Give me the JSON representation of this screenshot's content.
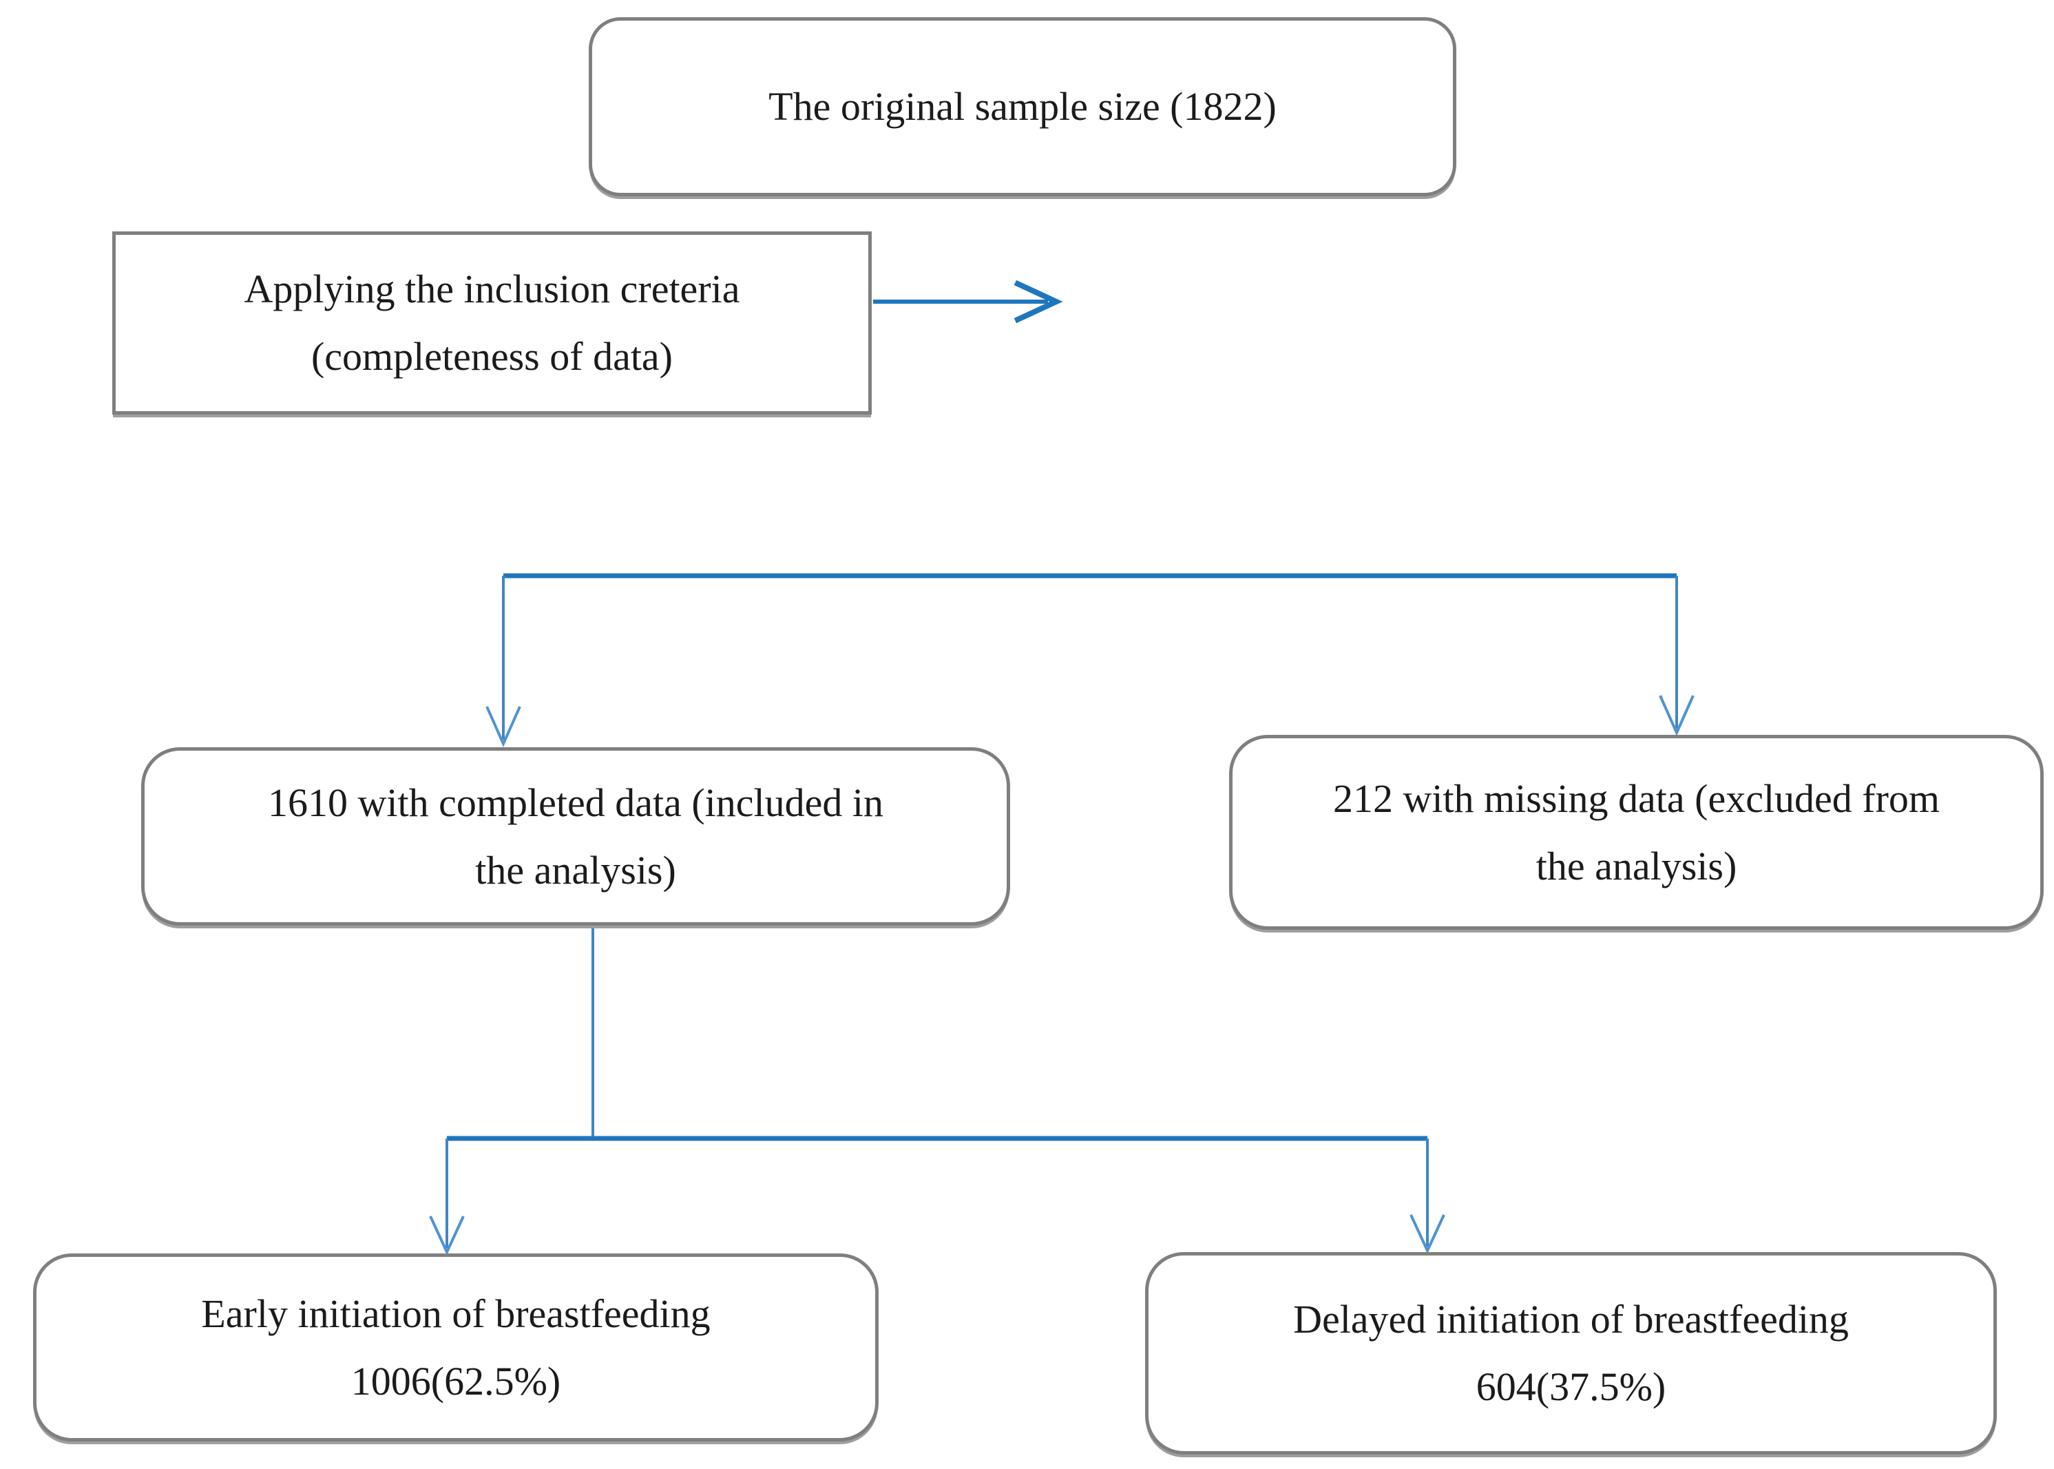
{
  "nodes": {
    "original": {
      "line1": "The original sample size (1822)"
    },
    "criteria": {
      "line1": "Applying the inclusion creteria",
      "line2": "(completeness of data)"
    },
    "included": {
      "line1": "1610 with completed data (included in",
      "line2": "the analysis)"
    },
    "excluded": {
      "line1": "212 with missing data (excluded from",
      "line2": "the analysis)"
    },
    "early": {
      "line1": "Early initiation of breastfeeding",
      "line2": "1006(62.5%)"
    },
    "delayed": {
      "line1": "Delayed initiation of breastfeeding",
      "line2": "604(37.5%)"
    }
  },
  "colors": {
    "background": "#ffffff",
    "box_border": "#7f7f7f",
    "text": "#1b1b1b",
    "connector_dark": "#1f76bd",
    "connector_medium": "#4285c7",
    "connector_light": "#9cc2e5",
    "stem_top": "#2e7cc3",
    "arrowhead": "#4f92d2"
  }
}
